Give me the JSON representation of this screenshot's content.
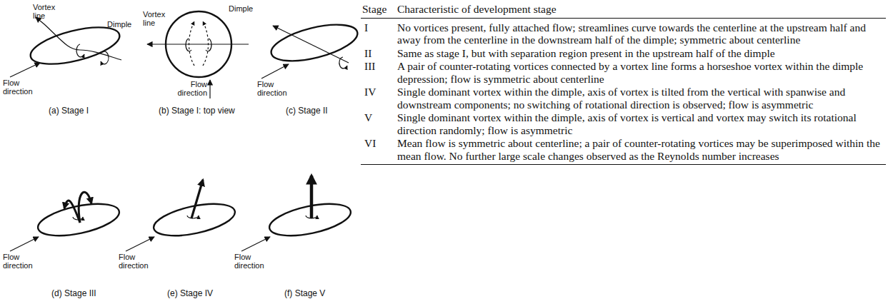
{
  "diagram": {
    "labels": [
      "Vortex line",
      "Dimple",
      "Flow direction",
      "(a) Stage I",
      "Vortex line",
      "Dimple",
      "Flow direction",
      "(b) Stage I: top view",
      "Flow direction",
      "(c) Stage II",
      "Flow direction",
      "(d) Stage III",
      "Flow direction",
      "(e) Stage IV",
      "Flow direction",
      "(f) Stage V",
      "Stage",
      "Characteristic of development stage",
      "I",
      "No vortices present, fully attached flow; streamlines curve towards the centerline at the upstream half and away from the centerline in the downstream half of the dimple; symmetric about centerline",
      "II",
      "Same as stage I, but with separation region present in the upstream half of the dimple",
      "III",
      "A pair of counter-rotating vortices connected by a vortex line forms a horseshoe vortex within the dimple depression; flow is symmetric about centerline",
      "IV",
      "Single dominant vortex within the dimple, axis of vortex is tilted from the vertical with spanwise and downstream components; no switching of rotational direction is observed; flow is asymmetric",
      "V",
      "Single dominant vortex within the dimple, axis of vortex is vertical and vortex may switch its rotational direction randomly; flow is asymmetric",
      "VI",
      "Mean flow is symmetric about centerline; a pair of counter-rotating vortices may be superimposed within the mean flow. No further large scale changes observed as the Reynolds number increases"
    ]
  }
}
